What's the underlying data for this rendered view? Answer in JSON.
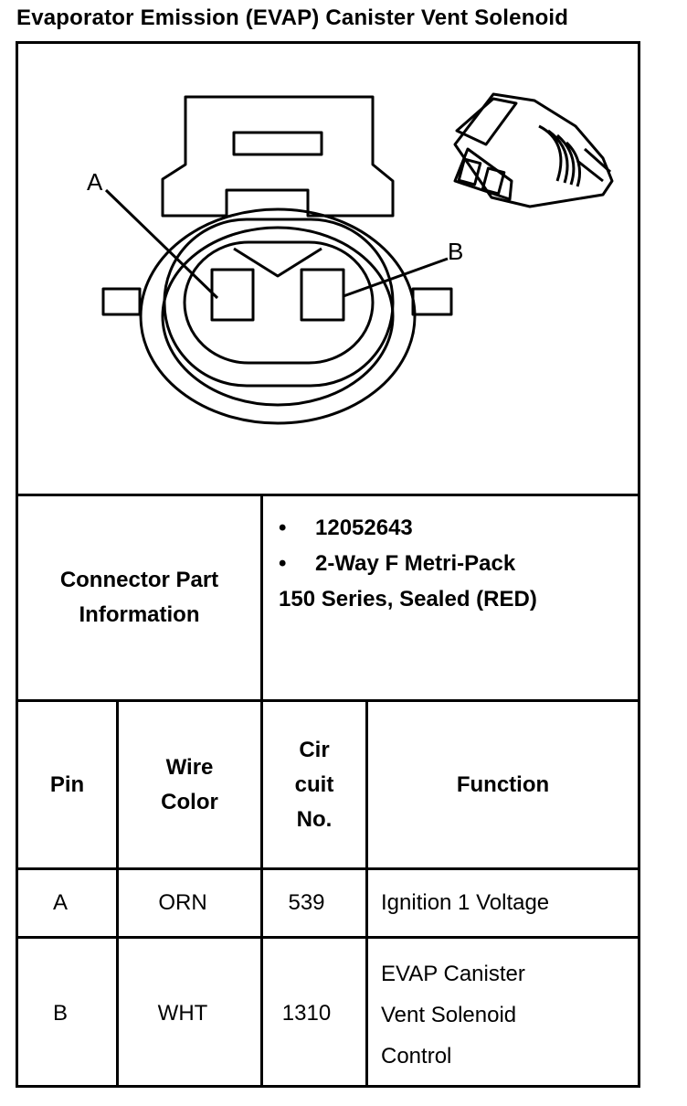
{
  "title": "Evaporator Emission (EVAP) Canister Vent Solenoid",
  "diagram": {
    "pin_labels": [
      "A",
      "B"
    ]
  },
  "connector": {
    "label": "Connector Part Information",
    "bullets": [
      "12052643",
      "2-Way F Metri-Pack"
    ],
    "extra": "150 Series, Sealed (RED)"
  },
  "table": {
    "headers": {
      "pin": "Pin",
      "wire_color": "Wire Color",
      "circuit": "Cir cuit No.",
      "function": "Function"
    },
    "rows": [
      {
        "pin": "A",
        "wire_color": "ORN",
        "circuit": "539",
        "function": "Ignition 1 Voltage"
      },
      {
        "pin": "B",
        "wire_color": "WHT",
        "circuit": "1310",
        "function": "EVAP Canister Vent Solenoid Control"
      }
    ]
  }
}
